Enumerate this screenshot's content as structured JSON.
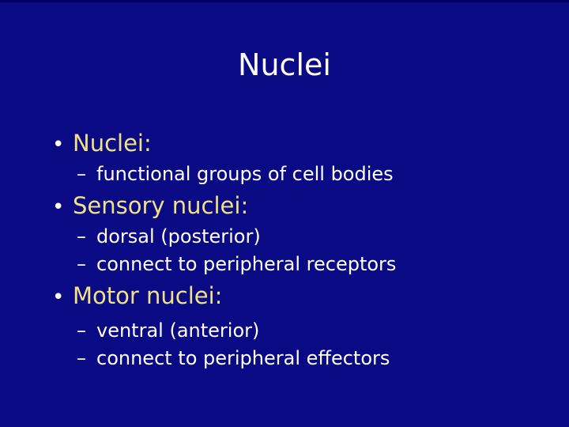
{
  "slide": {
    "title": "Nuclei",
    "markers": {
      "level1": "•",
      "level2": "–"
    },
    "bullets": [
      {
        "level": 1,
        "text": "Nuclei:"
      },
      {
        "level": 2,
        "text": "functional groups of cell bodies"
      },
      {
        "level": 1,
        "text": "Sensory nuclei:"
      },
      {
        "level": 2,
        "text": "dorsal (posterior)"
      },
      {
        "level": 2,
        "text": "connect to peripheral receptors"
      },
      {
        "level": 1,
        "text": "Motor nuclei:"
      },
      {
        "level": 2,
        "text": "ventral (anterior)"
      },
      {
        "level": 2,
        "text": "connect to peripheral effectors"
      }
    ],
    "colors": {
      "background": "#0a0a85",
      "top_edge": "#000060",
      "title_text": "#ffffff",
      "level1_text": "#f0e284",
      "level2_text": "#ffffff",
      "bullet_marker": "#ffffff"
    }
  }
}
